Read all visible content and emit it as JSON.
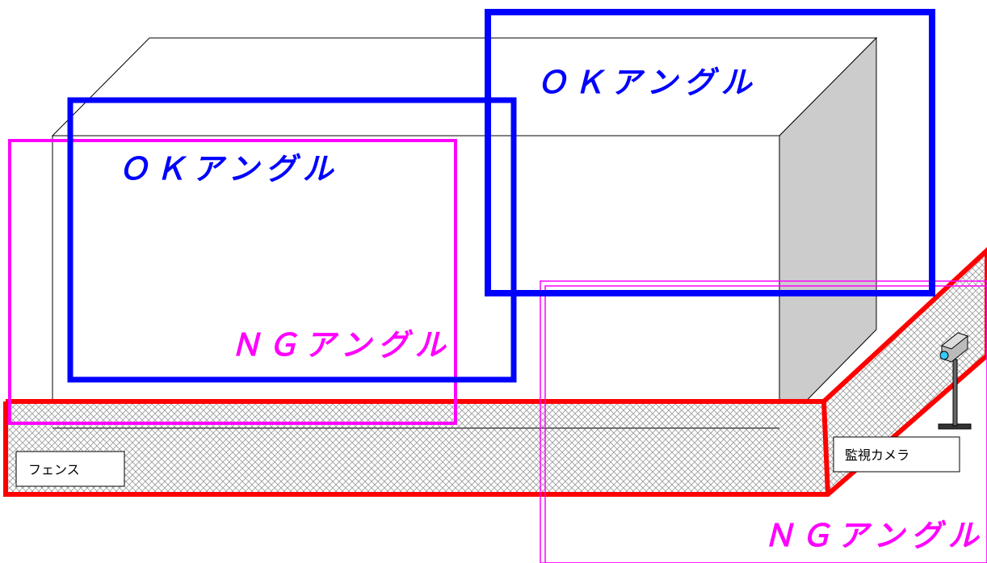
{
  "labels": {
    "ok_upper": "ＯＫアングル",
    "ok_lower": "ＯＫアングル",
    "ng_upper": "ＮＧアングル",
    "ng_lower": "ＮＧアングル",
    "fence": "フェンス",
    "camera": "監視カメラ"
  },
  "colors": {
    "ok": "#0000ff",
    "ng_frame": "#ff00ff",
    "ng_label": "#ff00ff",
    "fence_border": "#ff0000",
    "building_side": "#cccccc",
    "camera_lens": "#33ccff"
  },
  "icons": {
    "camera": "surveillance-camera-icon"
  }
}
